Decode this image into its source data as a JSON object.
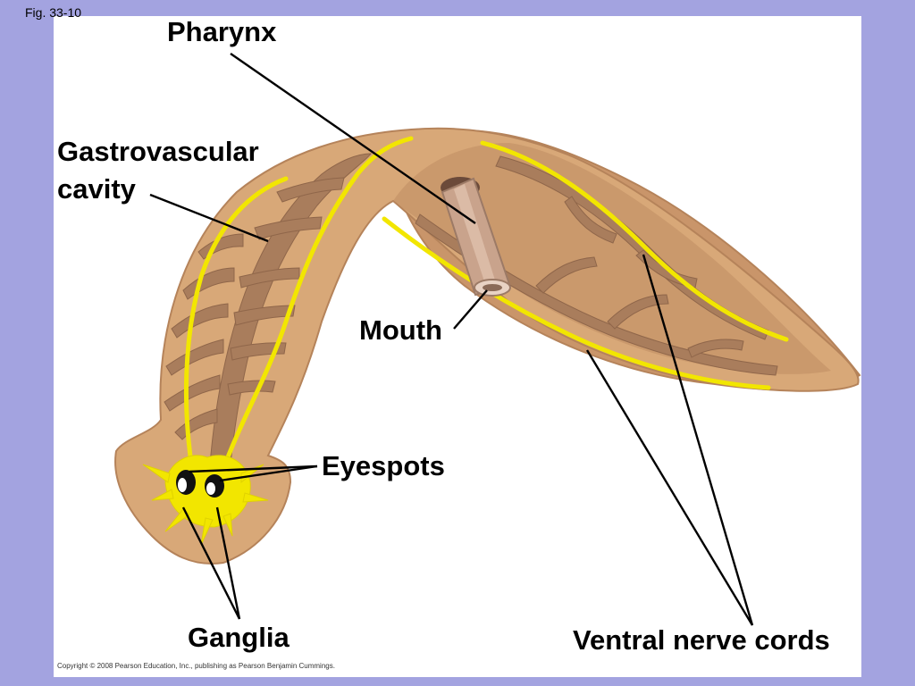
{
  "figure": {
    "number_label": "Fig. 33-10",
    "copyright": "Copyright © 2008 Pearson Education, Inc., publishing as Pearson Benjamin Cummings."
  },
  "labels": {
    "pharynx": "Pharynx",
    "gastrovascular_line1": "Gastrovascular",
    "gastrovascular_line2": "cavity",
    "mouth": "Mouth",
    "eyespots": "Eyespots",
    "ganglia": "Ganglia",
    "ventral_nerve_cords": "Ventral nerve cords"
  },
  "colors": {
    "background": "#a3a3e0",
    "panel": "#ffffff",
    "body": "#d8a878",
    "body_edge": "#b5835a",
    "gut": "#a97d5c",
    "nerve": "#f2e600",
    "pharynx": "#c9a38c",
    "leader": "#000000"
  }
}
